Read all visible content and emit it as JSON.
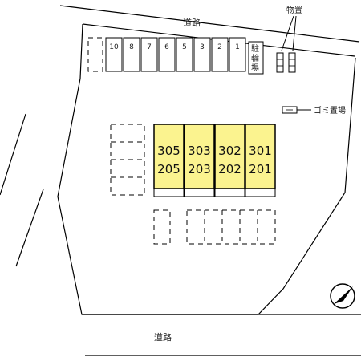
{
  "map": {
    "road_top_label": "道路",
    "road_bottom_label": "道路",
    "storage_label": "物置",
    "garbage_label": "ゴミ置場",
    "bike_parking_label": "駐輪場",
    "bike_parking_chars": [
      "駐",
      "輪",
      "場"
    ],
    "storage_shed_glyph": "物",
    "parking_numbers": [
      "10",
      "8",
      "7",
      "6",
      "5",
      "3",
      "2",
      "1"
    ],
    "building_units": [
      {
        "upper": "305",
        "lower": "205"
      },
      {
        "upper": "303",
        "lower": "203"
      },
      {
        "upper": "302",
        "lower": "202"
      },
      {
        "upper": "301",
        "lower": "201"
      }
    ],
    "building_color": "#fbf38f",
    "compass_icon": "north-arrow-icon"
  }
}
